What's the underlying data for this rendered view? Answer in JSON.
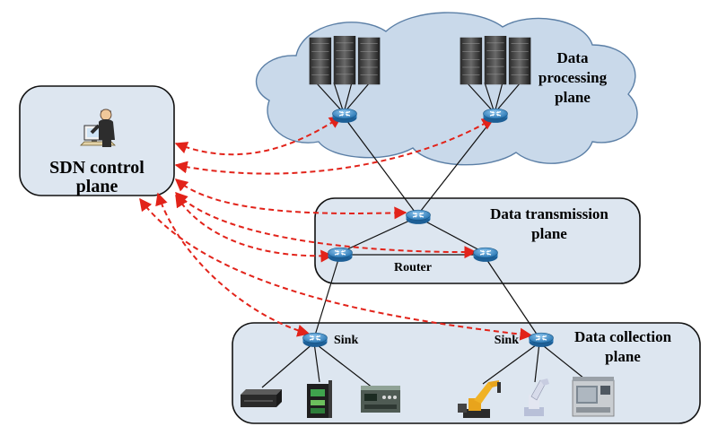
{
  "planes": {
    "control": {
      "line1": "SDN control",
      "line2": "plane"
    },
    "processing": {
      "line1": "Data",
      "line2": "processing",
      "line3": "plane"
    },
    "transmission": {
      "line1": "Data transmission",
      "line2": "plane"
    },
    "collection": {
      "line1": "Data collection",
      "line2": "plane"
    }
  },
  "labels": {
    "router": "Router",
    "sink_left": "Sink",
    "sink_right": "Sink"
  },
  "colors": {
    "plane_fill": "#dde6f0",
    "cloud_fill": "#c9d9ea",
    "link_dashed": "#e2231a",
    "router_blue": "#2f86c6"
  },
  "icons": {
    "operator": "operator-at-computer-icon",
    "server": "server-rack-icon",
    "router": "router-icon",
    "devices": [
      "network-appliance-icon",
      "plc-controller-icon",
      "control-panel-icon",
      "industrial-robot-arm-icon",
      "white-robot-arm-icon",
      "cnc-machine-icon"
    ]
  }
}
